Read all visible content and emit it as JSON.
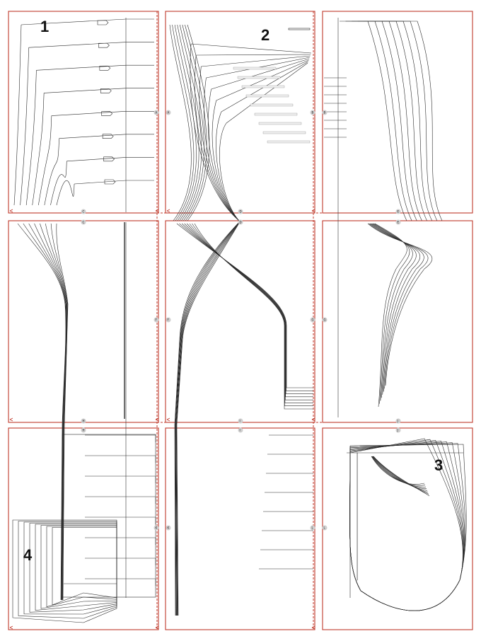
{
  "sheet": {
    "piece_numbers": [
      "1",
      "2",
      "3",
      "4"
    ],
    "join_marks": [
      "A",
      "B",
      "C",
      "D",
      "E",
      "F",
      "G",
      "H",
      "I",
      "J",
      "K",
      "L"
    ],
    "colors": {
      "frame": "#c0392b",
      "cut_line": "#c0392b",
      "pattern_line": "#2b2b2b",
      "badge": "#cfcfcf"
    },
    "size_count": 8
  }
}
